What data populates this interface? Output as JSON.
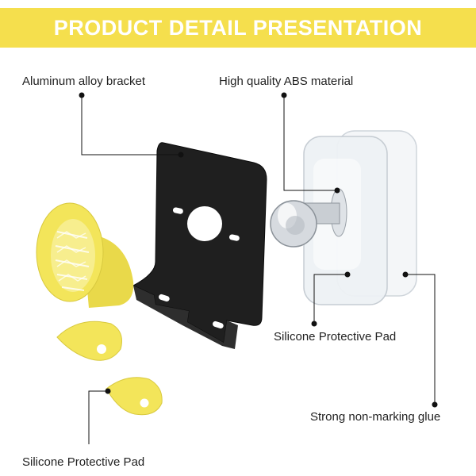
{
  "banner": {
    "title": "PRODUCT DETAIL PRESENTATION",
    "color": "#f5df4d",
    "text_color": "#ffffff"
  },
  "callouts": {
    "bracket": "Aluminum alloy bracket",
    "abs": "High quality ABS material",
    "pad_right": "Silicone Protective Pad",
    "glue": "Strong non-marking glue",
    "pad_bottom": "Silicone Protective Pad"
  },
  "parts": {
    "bracket": "aluminum-bracket",
    "knob": "abs-knob",
    "pads": "transparent-adhesive-pads",
    "holder": "yellow-silicone-holder",
    "clip": "yellow-silicone-clip"
  },
  "colors": {
    "bracket": "#1f1f1f",
    "silicone": "#f3e55a",
    "pad": "#eef2f5",
    "knob": "#c9ced3"
  }
}
